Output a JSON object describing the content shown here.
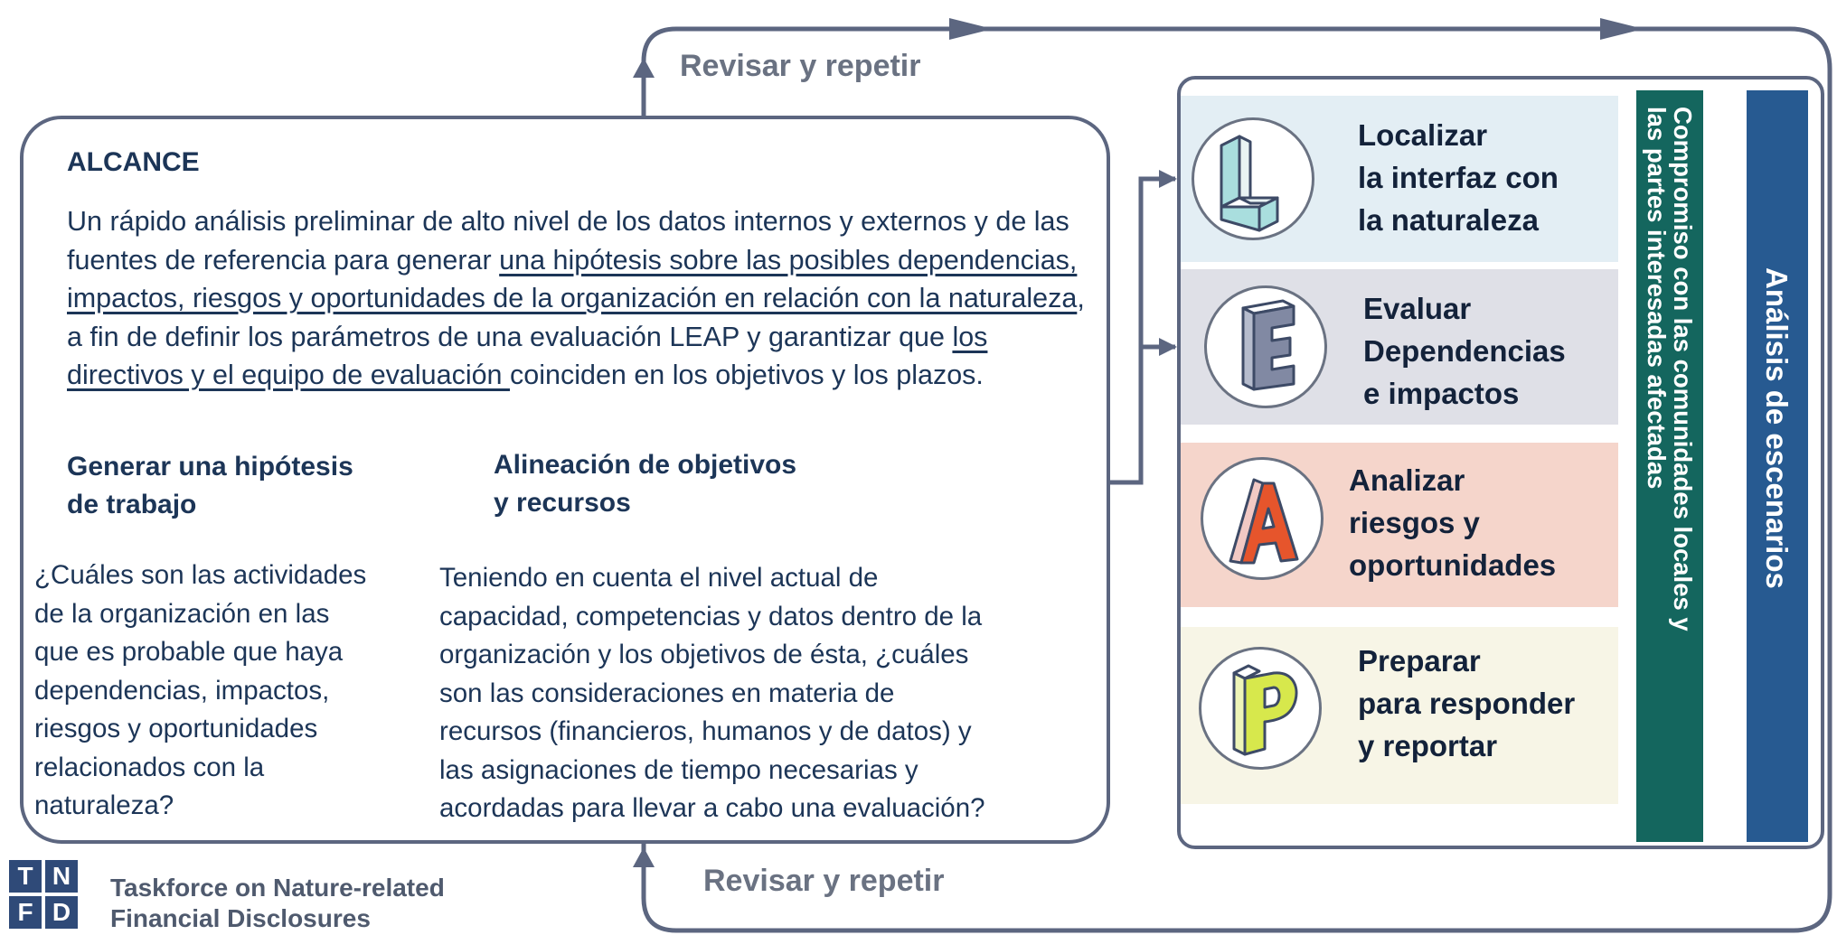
{
  "loop": {
    "top_label": "Revisar y repetir",
    "bottom_label": "Revisar y repetir"
  },
  "scope": {
    "title": "ALCANCE",
    "intro_part1": "Un rápido análisis preliminar de alto nivel de los datos internos y externos y de las fuentes de referencia para generar ",
    "intro_link1": "una hipótesis sobre las posibles dependencias, impactos, riesgos y oportunidades de la organización en relación con la naturaleza",
    "intro_part2": ", a fin de definir los parámetros de una evaluación LEAP y garantizar que ",
    "intro_link2": "los directivos y el equipo de evaluación ",
    "intro_part3": "coinciden en los objetivos y los plazos.",
    "col1_title_line1": "Generar una hipótesis",
    "col1_title_line2": "de trabajo",
    "col1_lines": [
      "¿Cuáles son las actividades",
      "de la organización en las",
      "que es probable que haya",
      "dependencias, impactos,",
      "riesgos y oportunidades",
      "relacionados con la",
      "naturaleza?"
    ],
    "col2_title_line1": "Alineación de objetivos",
    "col2_title_line2": "y recursos",
    "col2_lines": [
      "Teniendo en cuenta el nivel actual de",
      "capacidad, competencias y datos dentro de la",
      "organización y los objetivos de ésta, ¿cuáles",
      "son las consideraciones  en materia de",
      "recursos (financieros, humanos y de datos) y",
      "las asignaciones de tiempo necesarias y",
      "acordadas para llevar a cabo una evaluación?"
    ]
  },
  "leap": {
    "steps": [
      {
        "letter": "L",
        "lines": [
          "Localizar",
          "la interfaz con",
          "la naturaleza"
        ],
        "band_color": "#e3eef4",
        "letter_color": "#a9dede"
      },
      {
        "letter": "E",
        "lines": [
          "Evaluar",
          "Dependencias",
          "e impactos"
        ],
        "band_color": "#dfe0e7",
        "letter_color": "#8189a3"
      },
      {
        "letter": "A",
        "lines": [
          "Analizar",
          "riesgos y",
          "oportunidades"
        ],
        "band_color": "#f5d5cb",
        "letter_color": "#e6552c"
      },
      {
        "letter": "P",
        "lines": [
          "Preparar",
          "para responder",
          "y reportar"
        ],
        "band_color": "#f7f5e6",
        "letter_color": "#d7e84c"
      }
    ],
    "engagement_line1": "Compromiso con las comunidades locales y",
    "engagement_line2": "las partes interesadas afectadas",
    "scenario": "Análisis de escenarios",
    "engagement_color": "#14665e",
    "scenario_color": "#275a91"
  },
  "brand": {
    "letters": [
      "T",
      "N",
      "F",
      "D"
    ],
    "name_line1": "Taskforce on Nature-related",
    "name_line2": "Financial Disclosures"
  }
}
